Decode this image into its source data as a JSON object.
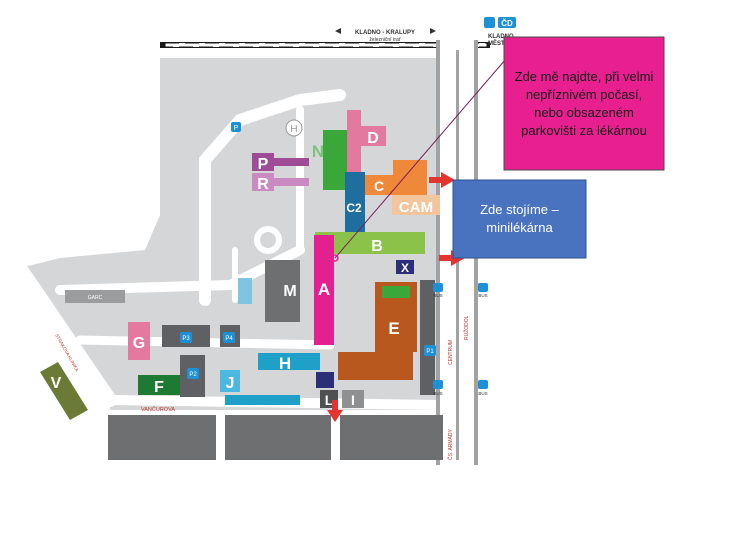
{
  "colors": {
    "ground": "#d5d6d8",
    "road": "#ffffff",
    "parking": "#5e6064",
    "pink_callout": "#e8208f",
    "blue_callout": "#4a73bf",
    "arrow_red": "#e3342f",
    "building_magenta": "#e3208f",
    "building_green": "#3aa73a",
    "building_orange": "#b8581e",
    "building_teal": "#1ea0c8",
    "building_olive": "#6b7a34",
    "building_darkgreen": "#1e7a33",
    "building_purple": "#9e4c96",
    "building_pink": "#e4799f",
    "building_gray": "#6d6f70"
  },
  "top_labels": {
    "rail_line": "KLADNO - KRALUPY",
    "rail_sub": "železniční trať",
    "station_name": "KLADNO",
    "station_sub": "MĚSTO",
    "cd_logo": "ČD"
  },
  "streets": {
    "vancurova": "VANČUROVA",
    "cs_armady": "ČS. ARMÁDY",
    "centrum": "CENTRUM",
    "ruzodol": "RUŽODOL",
    "smetanova": "STRAKOVA KLINIKA"
  },
  "buildings": [
    {
      "id": "D",
      "label": "D"
    },
    {
      "id": "N",
      "label": "N"
    },
    {
      "id": "P",
      "label": "P"
    },
    {
      "id": "R",
      "label": "R"
    },
    {
      "id": "C",
      "label": "C"
    },
    {
      "id": "C2",
      "label": "C2"
    },
    {
      "id": "CAM",
      "label": "CAM"
    },
    {
      "id": "B",
      "label": "B"
    },
    {
      "id": "M",
      "label": "M"
    },
    {
      "id": "A",
      "label": "A"
    },
    {
      "id": "E",
      "label": "E"
    },
    {
      "id": "G",
      "label": "G"
    },
    {
      "id": "H",
      "label": "H"
    },
    {
      "id": "F",
      "label": "F"
    },
    {
      "id": "J",
      "label": "J"
    },
    {
      "id": "V",
      "label": "V"
    },
    {
      "id": "L",
      "label": "L"
    },
    {
      "id": "I",
      "label": "I"
    },
    {
      "id": "X",
      "label": "X"
    }
  ],
  "parking": [
    {
      "id": "P_top",
      "label": "P"
    },
    {
      "id": "P1",
      "label": "P1"
    },
    {
      "id": "P2",
      "label": "P2"
    },
    {
      "id": "P3",
      "label": "P3"
    },
    {
      "id": "P4",
      "label": "P4"
    }
  ],
  "helipad": "H",
  "garage_label": "GARC",
  "bus_label": "BUS",
  "callouts": {
    "pink": "Zde mě najdte, při velmi nepříznivém počasí, nebo obsazeném parkovišti za lékárnou",
    "blue": "Zde stojíme –\nminilékárna"
  }
}
